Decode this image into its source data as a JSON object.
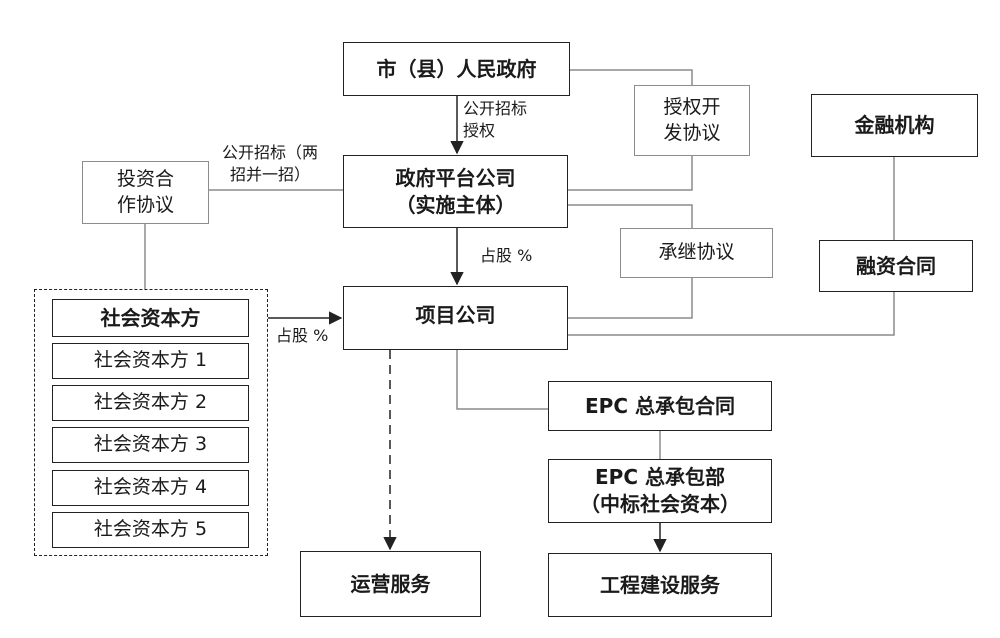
{
  "nodes": {
    "city_gov": "市（县）人民政府",
    "platform": "政府平台公司\n（实施主体）",
    "project_company": "项目公司",
    "finance_inst": "金融机构",
    "financing_contract": "融资合同",
    "dev_agreement": "授权开\n发协议",
    "invest_agreement": "投资合\n作协议",
    "succession_agreement": "承继协议",
    "epc_contract": "EPC 总承包合同",
    "epc_dept": "EPC 总承包部\n（中标社会资本）",
    "operation_service": "运营服务",
    "engineering_service": "工程建设服务",
    "social_capital": {
      "header": "社会资本方",
      "items": [
        "社会资本方 1",
        "社会资本方 2",
        "社会资本方 3",
        "社会资本方 4",
        "社会资本方 5"
      ]
    }
  },
  "edge_labels": {
    "open_bid_auth": "公开招标\n授权",
    "open_bid_two_in_one": "公开招标（两\n招并一招）",
    "stake_platform": "占股 %",
    "stake_social": "占股 %"
  }
}
